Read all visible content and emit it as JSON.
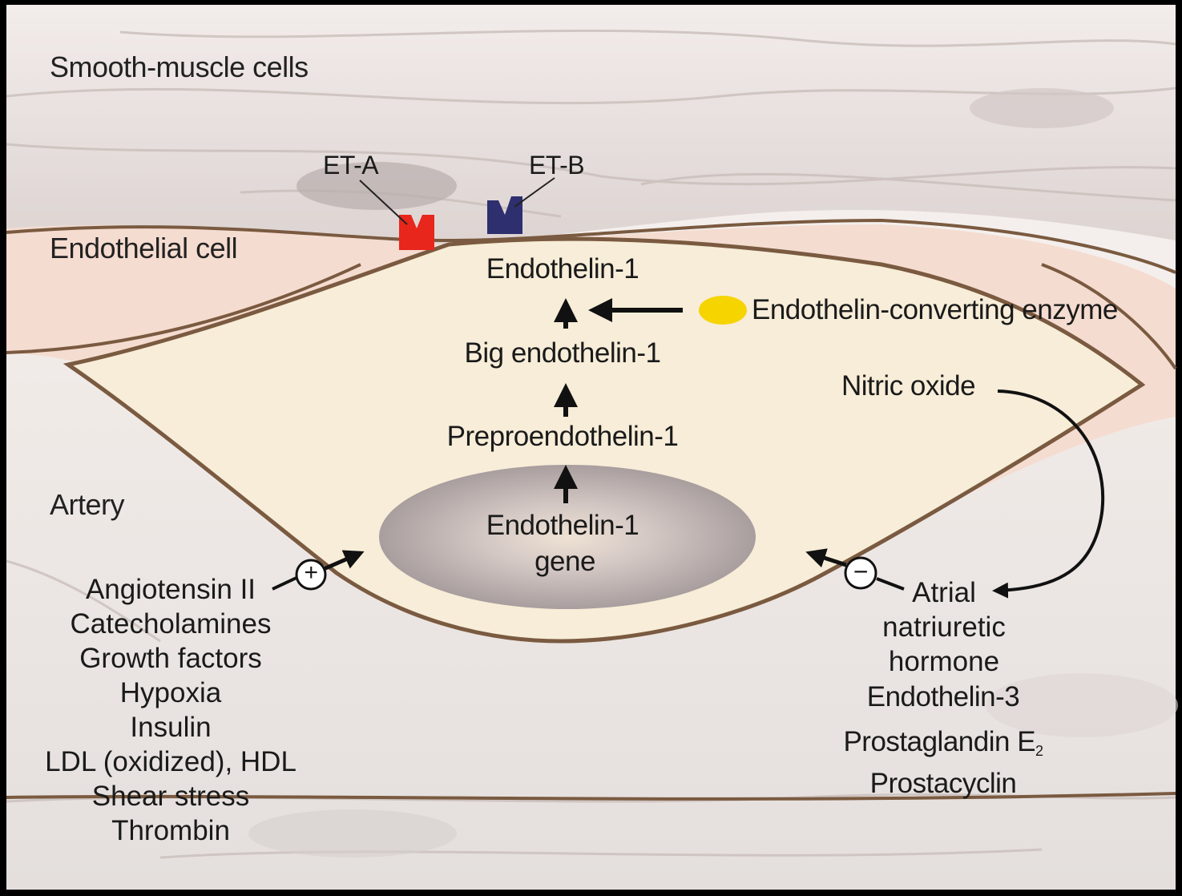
{
  "regions": {
    "smooth_muscle": "Smooth-muscle cells",
    "endothelial": "Endothelial cell",
    "artery": "Artery"
  },
  "receptors": {
    "eta": {
      "label": "ET-A",
      "color": "#e8261c"
    },
    "etb": {
      "label": "ET-B",
      "color": "#2e2f6e"
    }
  },
  "pathway": {
    "endothelin1": "Endothelin-1",
    "big_endothelin1": "Big endothelin-1",
    "preproendothelin1": "Preproendothelin-1",
    "gene_line1": "Endothelin-1",
    "gene_line2": "gene"
  },
  "enzyme": {
    "label": "Endothelin-converting enzyme",
    "color": "#f5d400"
  },
  "modulators": {
    "plus_symbol": "+",
    "minus_symbol": "−",
    "nitric_oxide": "Nitric oxide",
    "stimulators": [
      "Angiotensin II",
      "Catecholamines",
      "Growth factors",
      "Hypoxia",
      "Insulin",
      "LDL (oxidized), HDL",
      "Shear stress",
      "Thrombin"
    ],
    "inhibitors_anp": [
      "Atrial",
      "natriuretic",
      "hormone"
    ],
    "inhibitors_other": [
      "Endothelin-3",
      "Prostaglandin E",
      "Prostacyclin"
    ],
    "pge_subscript": "2"
  },
  "colors": {
    "smooth_muscle": "#e6e1df",
    "endothelium": "#f6e9cf",
    "artery": "#ebe6e4",
    "membrane": "#7a5a40",
    "nucleus": "#c2b8b8",
    "arrow": "#111111"
  }
}
